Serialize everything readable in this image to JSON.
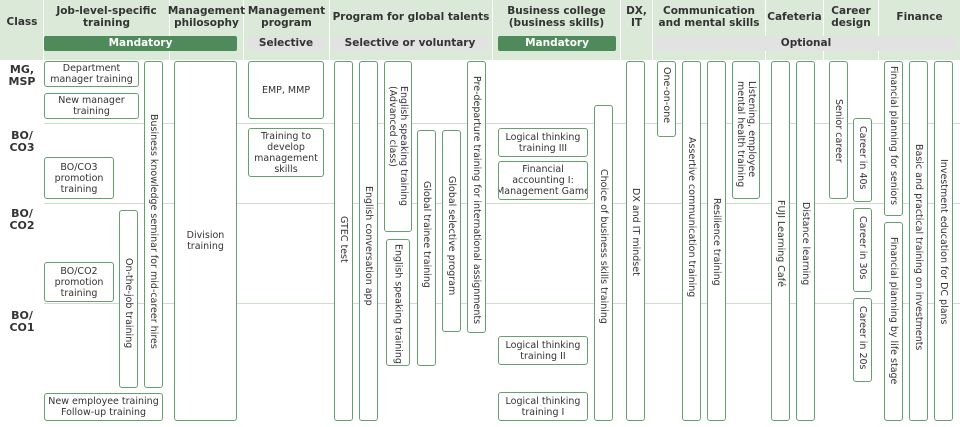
{
  "header": {
    "class_label": "Class",
    "columns": {
      "job_level": "Job-level-specific\ntraining",
      "mgmt_philosophy": "Management\nphilosophy",
      "mgmt_program": "Management\nprogram",
      "global": "Program for global talents",
      "business_college": "Business college\n(business skills)",
      "dx": "DX,\nIT",
      "communication": "Communication\nand mental skills",
      "cafeteria": "Cafeteria",
      "career": "Career\ndesign",
      "finance": "Finance"
    },
    "bars": {
      "mandatory_1": "Mandatory",
      "selective": "Selective",
      "selective_voluntary": "Selective or voluntary",
      "mandatory_2": "Mandatory",
      "optional": "Optional"
    }
  },
  "classes": {
    "mg_msp": "MG,\nMSP",
    "bo_co3": "BO/\nCO3",
    "bo_co2": "BO/\nCO2",
    "bo_co1": "BO/\nCO1"
  },
  "programs": {
    "dept_manager": "Department\nmanager training",
    "new_manager": "New manager\ntraining",
    "bo_co3_promotion": "BO/CO3\npromotion\ntraining",
    "bo_co2_promotion": "BO/CO2\npromotion\ntraining",
    "new_employee": "New employee training\nFollow-up training",
    "ojt": "On-the-job training",
    "business_knowledge": "Business knowledge seminar for mid-career hires",
    "division": "Division\ntraining",
    "emp_mmp": "EMP, MMP",
    "dev_mgmt": "Training to\ndevelop\nmanagement\nskills",
    "gtec": "GTEC test",
    "eng_conv_app": "English conversation app",
    "eng_adv": "English speaking training\n(Advanced class)",
    "eng_speaking": "English speaking training",
    "global_trainee": "Global trainee training",
    "global_selective": "Global selective program",
    "pre_departure": "Pre-departure training for international assignments",
    "logic_3": "Logical thinking\ntraining III",
    "fin_accounting": "Financial\naccounting I:\nManagement Game",
    "logic_2": "Logical thinking\ntraining II",
    "logic_1": "Logical thinking\ntraining I",
    "choice_business": "Choice of business skills training",
    "dx_it": "DX and IT mindset",
    "one_on_one": "One-on-one",
    "assertive": "Assertive communication training",
    "resilience": "Resilience training",
    "listening": "Listening, employee\nmental health training",
    "fuji_cafe": "FUJI Learning Café",
    "distance": "Distance learning",
    "senior_career": "Senior career",
    "career_40s": "Career in 40s",
    "career_30s": "Career in 30s",
    "career_20s": "Career in 20s",
    "fin_seniors": "Financial planning for seniors",
    "fin_life_stage": "Financial planning by life stage",
    "basic_investments": "Basic and practical training on investments",
    "dc_plans": "Investment education for DC plans"
  }
}
